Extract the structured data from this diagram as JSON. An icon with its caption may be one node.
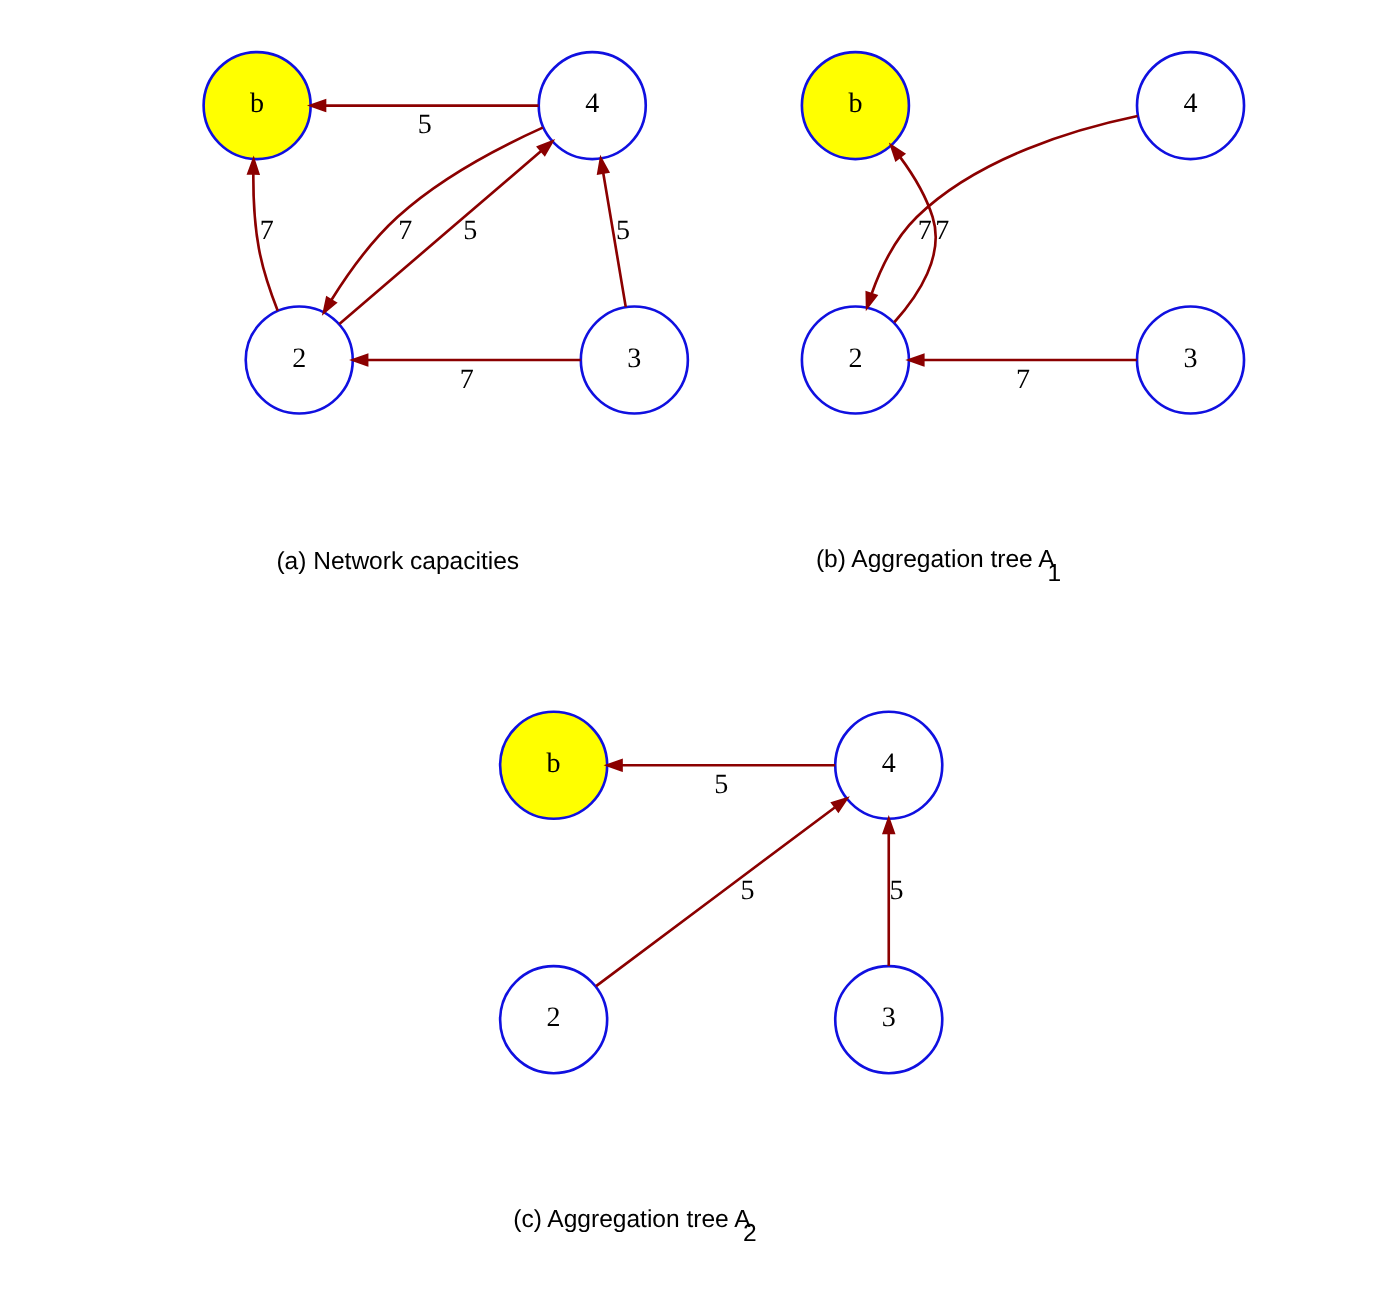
{
  "diagram": {
    "nodes": [
      {
        "text": [
          "b"
        ]
      },
      {
        "text": [
          "4"
        ]
      },
      {
        "text": [
          "2"
        ]
      },
      {
        "text": [
          "3"
        ]
      },
      {
        "text": [
          "b"
        ]
      },
      {
        "text": [
          "4"
        ]
      },
      {
        "text": [
          "2"
        ]
      },
      {
        "text": [
          "3"
        ]
      },
      {
        "text": [
          "b"
        ]
      },
      {
        "text": [
          "4"
        ]
      },
      {
        "text": [
          "2"
        ]
      },
      {
        "text": [
          "3"
        ]
      }
    ],
    "edges": [
      {
        "from": 1,
        "to": 0,
        "arrow": "to",
        "label": "5"
      },
      {
        "from": 2,
        "to": 0,
        "arrow": "to",
        "label": "7"
      },
      {
        "from": 2,
        "to": 1,
        "arrow": "to",
        "label": "5"
      },
      {
        "from": 1,
        "to": 2,
        "arrow": "to",
        "label": "7"
      },
      {
        "from": 3,
        "to": 1,
        "arrow": "to",
        "label": "5"
      },
      {
        "from": 3,
        "to": 2,
        "arrow": "to",
        "label": "7"
      },
      {
        "from": 6,
        "to": 4,
        "arrow": "to",
        "label": "7"
      },
      {
        "from": 5,
        "to": 6,
        "arrow": "to",
        "label": "7"
      },
      {
        "from": 7,
        "to": 6,
        "arrow": "to",
        "label": "7"
      },
      {
        "from": 9,
        "to": 8,
        "arrow": "to",
        "label": "5"
      },
      {
        "from": 10,
        "to": 9,
        "arrow": "to",
        "label": "5"
      },
      {
        "from": 11,
        "to": 9,
        "arrow": "to",
        "label": "5"
      }
    ],
    "labels": [
      "(a) Network capacities",
      "(b) Aggregation tree A$_{1}$",
      "(c) Aggregation tree A$_{2}$"
    ]
  }
}
